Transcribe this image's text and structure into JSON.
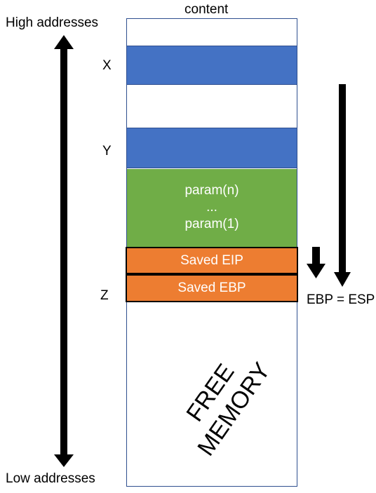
{
  "header": {
    "content_label": "content"
  },
  "axis": {
    "high_label": "High addresses",
    "low_label": "Low addresses"
  },
  "markers": {
    "x": "X",
    "y": "Y",
    "z": "Z"
  },
  "stack": {
    "params": [
      "param(n)",
      "...",
      "param(1)"
    ],
    "saved_eip": "Saved EIP",
    "saved_ebp": "Saved EBP",
    "free_line1": "FREE",
    "free_line2": "MEMORY"
  },
  "pointers": {
    "ebp_esp_label": "EBP = ESP"
  },
  "colors": {
    "blue": "#4472c4",
    "green": "#70ad47",
    "orange": "#ed7d31"
  }
}
